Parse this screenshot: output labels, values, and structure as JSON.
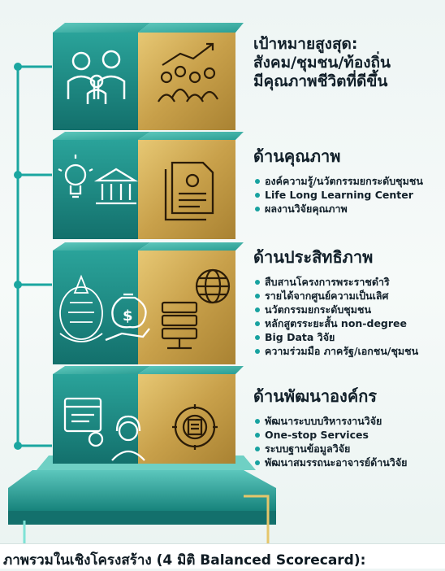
{
  "goal": {
    "line1": "เป้าหมายสูงสุด:",
    "line2": "สังคม/ชุมชน/ท้องถิ่น",
    "line3": "มีคุณภาพชีวิตที่ดีขึ้น"
  },
  "quality": {
    "title": "ด้านคุณภาพ",
    "items": [
      "องค์ความรู้/นวัตกรรมยกระดับชุมชน",
      "Life Long Learning Center",
      "ผลงานวิจัยคุณภาพ"
    ]
  },
  "efficiency": {
    "title": "ด้านประสิทธิภาพ",
    "items": [
      "สืบสานโครงการพระราชดำริ",
      "รายได้จากศูนย์ความเป็นเลิศ",
      "นวัตกรรมยกระดับชุมชน",
      "หลักสูตรระยะสั้น non-degree",
      "Big Data วิจัย",
      "ความร่วมมือ ภาครัฐ/เอกชน/ชุมชน"
    ]
  },
  "organization": {
    "title": "ด้านพัฒนาองค์กร",
    "items": [
      "พัฒนาระบบบริหารงานวิจัย",
      "One-stop Services",
      "ระบบฐานข้อมูลวิจัย",
      "พัฒนาสมรรถนะอาจารย์ด้านวิจัย"
    ]
  },
  "footer": "ภาพรวมในเชิงโครงสร้าง (4 มิติ Balanced Scorecard):",
  "colors": {
    "teal": "#1e8c86",
    "gold": "#c9a24a",
    "accent": "#19b6b0"
  },
  "icons": [
    "family-icon",
    "crowd-growth-icon",
    "lightbulb-icon",
    "building-icon",
    "document-gear-icon",
    "royal-emblem-icon",
    "money-bag-hand-icon",
    "servers-icon",
    "globe-icon",
    "browser-settings-icon",
    "support-agent-icon",
    "gear-document-icon"
  ]
}
